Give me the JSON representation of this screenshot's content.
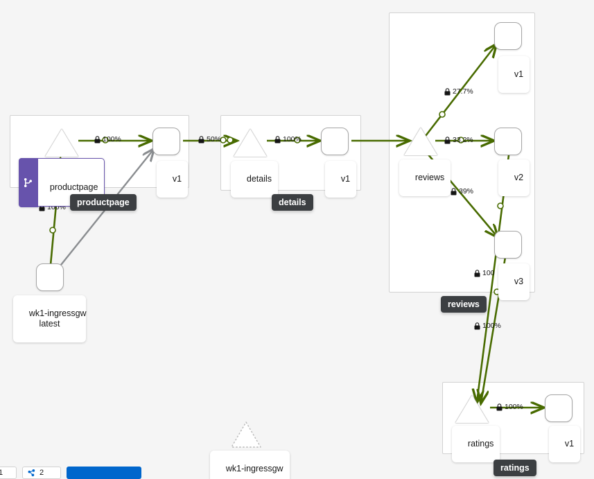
{
  "app": {
    "background_color": "#f5f5f5",
    "edge_healthy_color": "#486b00",
    "edge_idle_color": "#8a8d90",
    "badge_color": "#3c3f42",
    "vs_badge_color": "#6753ac"
  },
  "namespaces": [
    {
      "id": "productpage",
      "badge_label": "productpage"
    },
    {
      "id": "details",
      "badge_label": "details"
    },
    {
      "id": "reviews",
      "badge_label": "reviews"
    },
    {
      "id": "ratings",
      "badge_label": "ratings"
    }
  ],
  "nodes": {
    "ingressgw_workload": {
      "label": "wk1-ingressgw\nlatest",
      "type": "app"
    },
    "productpage_svc": {
      "label": "productpage",
      "type": "service",
      "has_virtualservice_badge": true
    },
    "productpage_v1": {
      "label": "v1",
      "type": "app"
    },
    "details_svc": {
      "label": "details",
      "type": "service"
    },
    "details_v1": {
      "label": "v1",
      "type": "app"
    },
    "reviews_svc": {
      "label": "reviews",
      "type": "service"
    },
    "reviews_v1": {
      "label": "v1",
      "type": "app"
    },
    "reviews_v2": {
      "label": "v2",
      "type": "app"
    },
    "reviews_v3": {
      "label": "v3",
      "type": "app"
    },
    "ratings_svc": {
      "label": "ratings",
      "type": "service"
    },
    "ratings_v1": {
      "label": "v1",
      "type": "app"
    },
    "ingressgw_svc": {
      "label": "wk1-ingressgw",
      "type": "service",
      "idle": true
    }
  },
  "edges": [
    {
      "id": "ingressgw-to-productpage-svc",
      "label": "100%",
      "mtls": true,
      "health": "healthy"
    },
    {
      "id": "ingressgw-to-productpage-v1",
      "label": "",
      "mtls": false,
      "health": "idle"
    },
    {
      "id": "productpage-svc-to-v1",
      "label": "100%",
      "mtls": true,
      "health": "healthy"
    },
    {
      "id": "productpage-v1-to-details-svc",
      "label": "50%",
      "mtls": true,
      "health": "healthy"
    },
    {
      "id": "details-svc-to-v1",
      "label": "100%",
      "mtls": true,
      "health": "healthy"
    },
    {
      "id": "details-v1-to-reviews-svc",
      "label": "",
      "mtls": false,
      "health": "healthy"
    },
    {
      "id": "reviews-svc-to-v1",
      "label": "27.7%",
      "mtls": true,
      "health": "healthy"
    },
    {
      "id": "reviews-svc-to-v2",
      "label": "33.2%",
      "mtls": true,
      "health": "healthy"
    },
    {
      "id": "reviews-svc-to-v3",
      "label": "39%",
      "mtls": true,
      "health": "healthy"
    },
    {
      "id": "reviews-v3-to-ratings-svc",
      "label": "100",
      "mtls": true,
      "health": "healthy"
    },
    {
      "id": "reviews-v2-to-ratings-svc",
      "label": "100%",
      "mtls": true,
      "health": "healthy"
    },
    {
      "id": "ratings-svc-to-v1",
      "label": "100%",
      "mtls": true,
      "health": "healthy"
    }
  ],
  "toolbar": {
    "zoom_label": "1",
    "legend_label": "2",
    "primary_label": ""
  }
}
